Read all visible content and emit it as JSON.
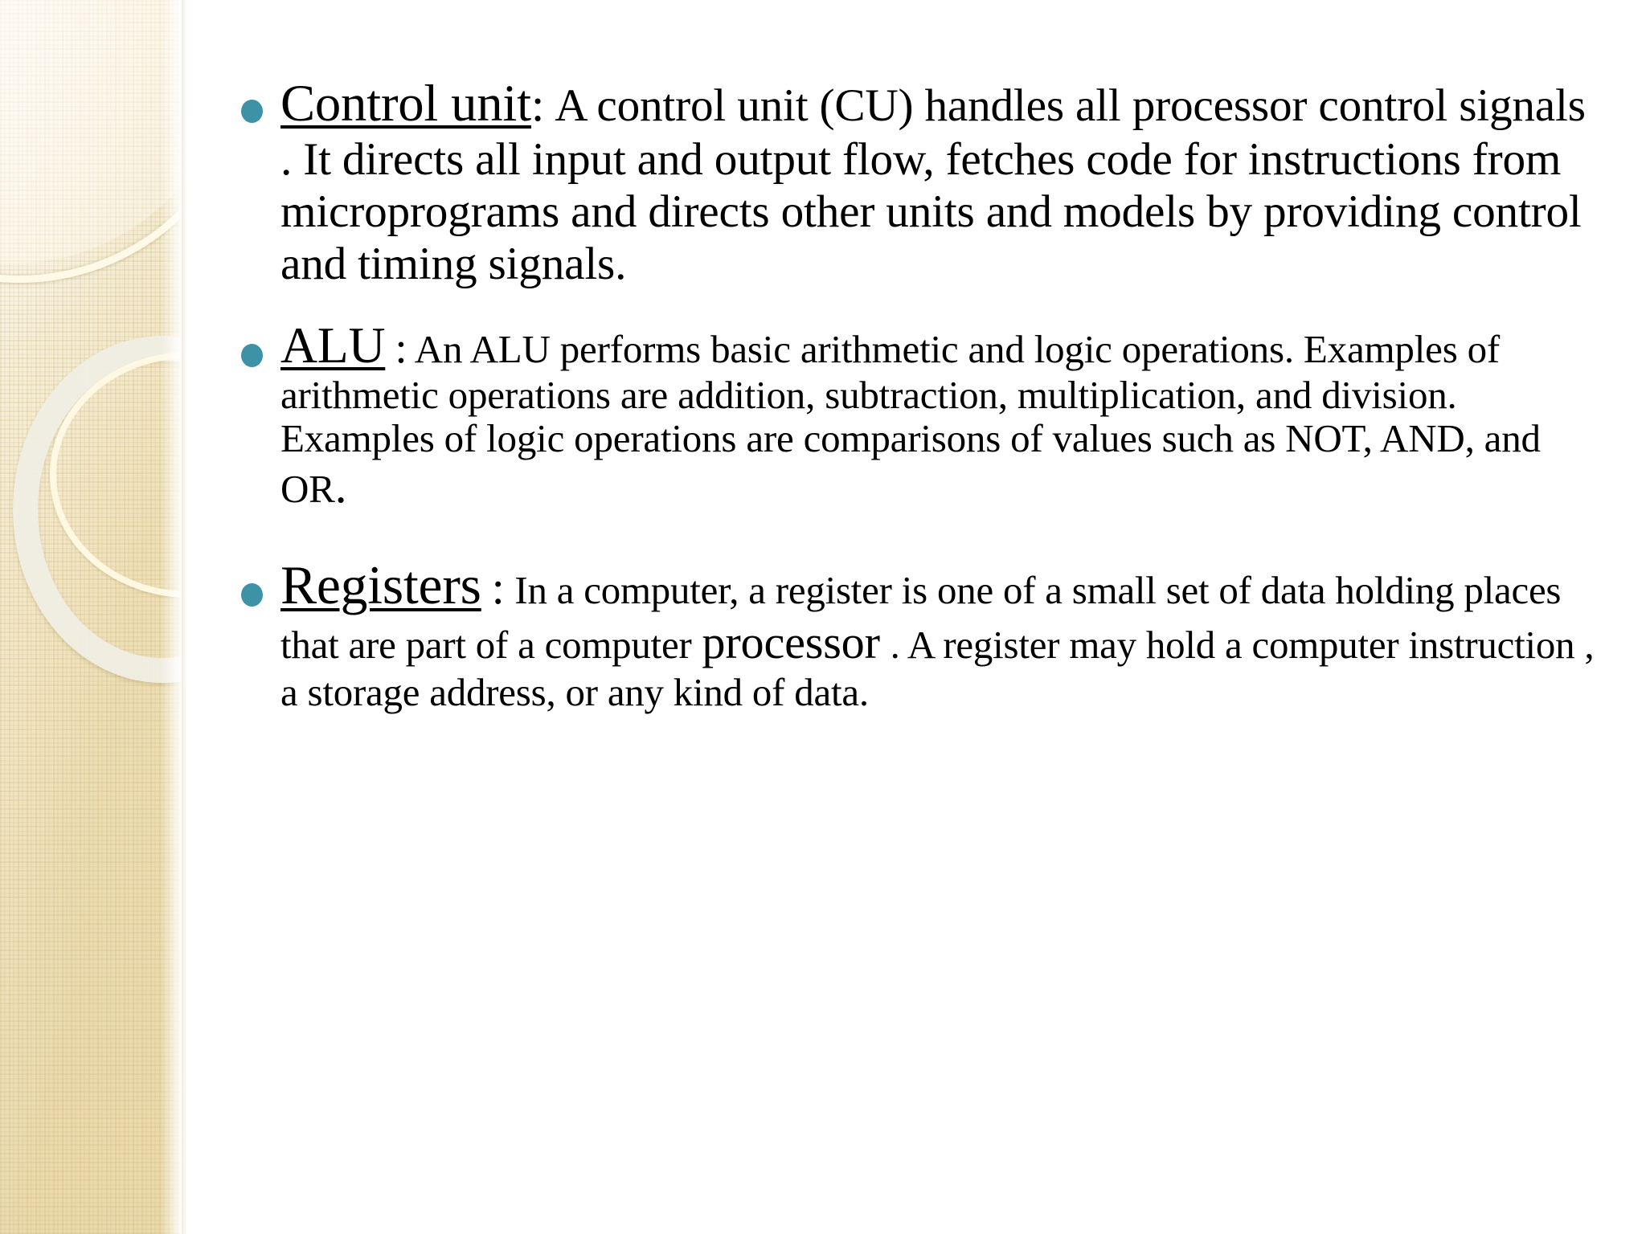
{
  "slide": {
    "background_color": "#ffffff",
    "accent_color": "#3d92a6",
    "band_color": "#ebdcb1",
    "text_color": "#000000"
  },
  "bullets": [
    {
      "id": "control-unit",
      "lead": "Control unit",
      "separator": ":",
      "body": "A control unit (CU) handles all processor control signals . It directs all input and output flow, fetches code for instructions from microprograms and directs other units and models by providing control and timing signals.",
      "body_head": "A control unit (CU) handles all processor control signals . It directs all input and output flow, fetches code for instructions from microprograms and directs other units and models by providing control and timing signals."
    },
    {
      "id": "alu",
      "lead": "ALU",
      "separator": ":",
      "body_part_1": "An ALU performs basic arithmetic and logic operations. Examples of arithmetic operations are addition, subtraction, multiplication, and division. Examples of logic operations are comparisons of values such as NOT, AND, and OR",
      "body_part_2": "."
    },
    {
      "id": "registers",
      "lead": "Registers",
      "separator": ":",
      "body_part_1": "In a computer, a register is one of a small set of data holding places that are part of a computer",
      "body_part_2": "processor",
      "body_part_3": ". A register may hold a computer instruction , a storage address, or any kind of data."
    }
  ],
  "decoration": {
    "band_label": "decorative-left-band",
    "shapes": [
      "thin-cream-arc",
      "thick-grey-ring",
      "second-thin-arc",
      "woven-checker-texture"
    ]
  }
}
